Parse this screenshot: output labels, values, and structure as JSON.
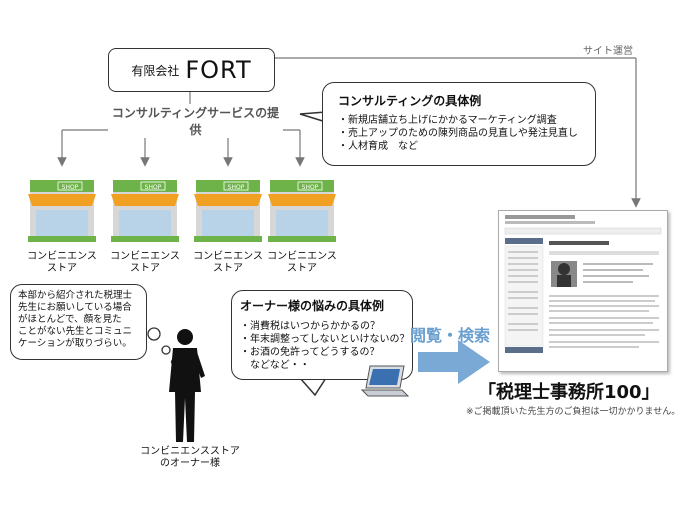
{
  "company": {
    "prefix": "有限会社",
    "name": "FORT"
  },
  "service_label": "コンサルティングサービスの提供",
  "site_operation_label": "サイト運営",
  "consulting": {
    "title": "コンサルティングの具体例",
    "items": [
      "・新規店舗立ち上げにかかるマーケティング調査",
      "・売上アップのための陳列商品の見直しや発注見直し",
      "・人材育成　など"
    ]
  },
  "shops": [
    {
      "label_line1": "コンビニエンス",
      "label_line2": "ストア",
      "sign": "SHOP"
    },
    {
      "label_line1": "コンビニエンス",
      "label_line2": "ストア",
      "sign": "SHOP"
    },
    {
      "label_line1": "コンビニエンス",
      "label_line2": "ストア",
      "sign": "SHOP"
    },
    {
      "label_line1": "コンビニエンス",
      "label_line2": "ストア",
      "sign": "SHOP"
    }
  ],
  "tax_bubble": {
    "lines": [
      "本部から紹介された税理士",
      "先生にお願いしている場合",
      "がほとんどで、顔を見た",
      "ことがない先生とコミュニ",
      "ケーションが取りづらい。"
    ]
  },
  "owner_concerns": {
    "title": "オーナー様の悩みの具体例",
    "items": [
      "・消費税はいつからかかるの？",
      "・年末調整ってしないといけないの？",
      "・お酒の免許ってどうするの？",
      "　などなど・・"
    ]
  },
  "owner_label": {
    "line1": "コンビニエンスストア",
    "line2": "のオーナー様"
  },
  "browse_label": "閲覧・検索",
  "site_name": "「税理士事務所100」",
  "note": "※ご掲載頂いた先生方のご負担は一切かかりません。",
  "colors": {
    "shop_green": "#6db34a",
    "awning_orange": "#f0a023",
    "arrow_blue": "#7aa9d6",
    "line_gray": "#777777"
  }
}
